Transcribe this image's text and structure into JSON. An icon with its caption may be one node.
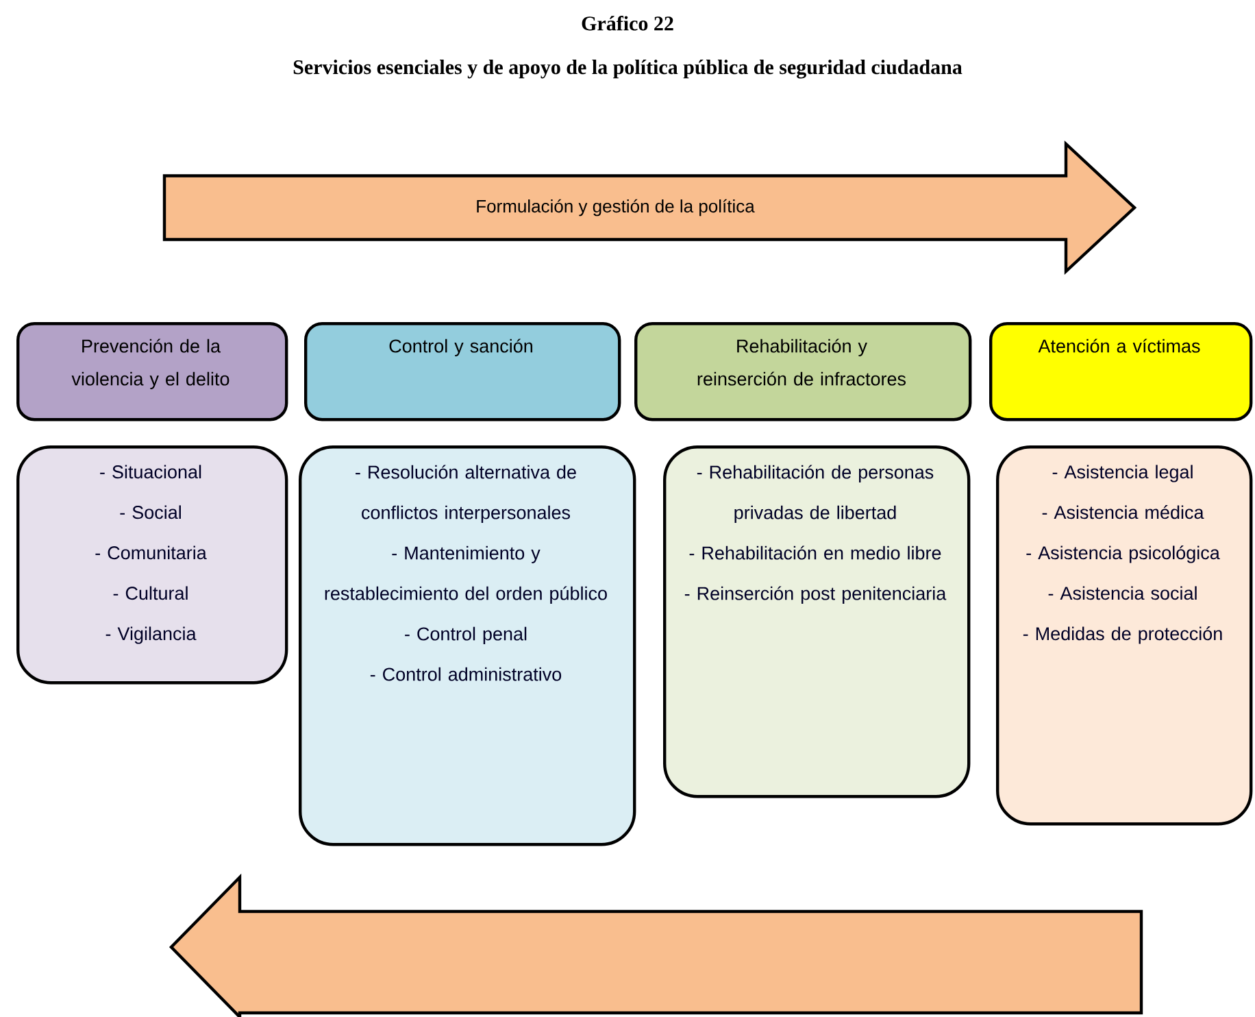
{
  "diagram": {
    "title": "Gráfico 22",
    "labels": [
      "Servicios esenciales y de apoyo de la política pública de seguridad ciudadana"
    ],
    "nodes": [
      {
        "text": [
          "Formulación y gestión de la política"
        ]
      },
      {
        "text": [],
        "shape": "arrow"
      },
      {
        "text": [
          "Prevención de la violencia y el delito"
        ]
      },
      {
        "text": [
          "Control y sanción"
        ]
      },
      {
        "text": [
          "Rehabilitación y reinserción de infractores"
        ]
      },
      {
        "text": [
          "Atención a víctimas"
        ]
      },
      {
        "text": [
          "- Situacional",
          "- Social",
          "- Comunitaria",
          "- Cultural",
          "- Vigilancia"
        ]
      },
      {
        "text": [
          "- Resolución alternativa de conflictos interpersonales",
          "- Mantenimiento y restablecimiento del orden público",
          "- Control penal",
          "- Control administrativo"
        ]
      },
      {
        "text": [
          "- Rehabilitación de personas privadas de libertad",
          "- Rehabilitación en medio libre",
          "- Reinserción post penitenciaria"
        ]
      },
      {
        "text": [
          "- Asistencia legal",
          "- Asistencia médica",
          "- Asistencia psicológica",
          "- Asistencia social",
          "- Medidas de protección"
        ]
      }
    ],
    "edges": []
  }
}
